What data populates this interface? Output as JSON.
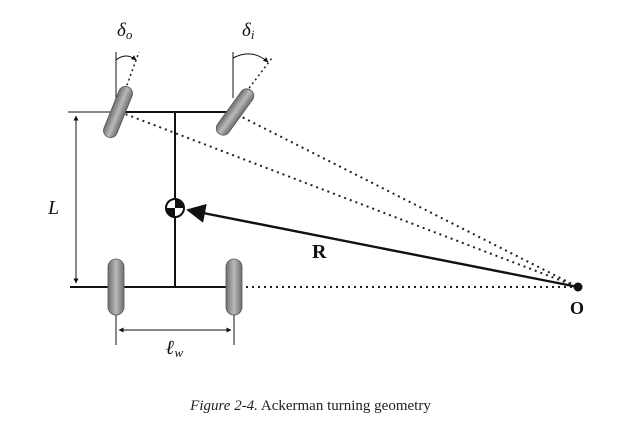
{
  "labels": {
    "delta_o_sym": "δ",
    "delta_o_sub": "o",
    "delta_i_sym": "δ",
    "delta_i_sub": "i",
    "wheelbase": "L",
    "radius": "R",
    "center": "O",
    "track_sym": "ℓ",
    "track_sub": "w"
  },
  "caption": {
    "figure_number": "Figure 2-4.",
    "title": "Ackerman turning geometry"
  },
  "colors": {
    "ink": "#111111",
    "wheel": "#8c8c8c",
    "dotted": "#222222"
  }
}
